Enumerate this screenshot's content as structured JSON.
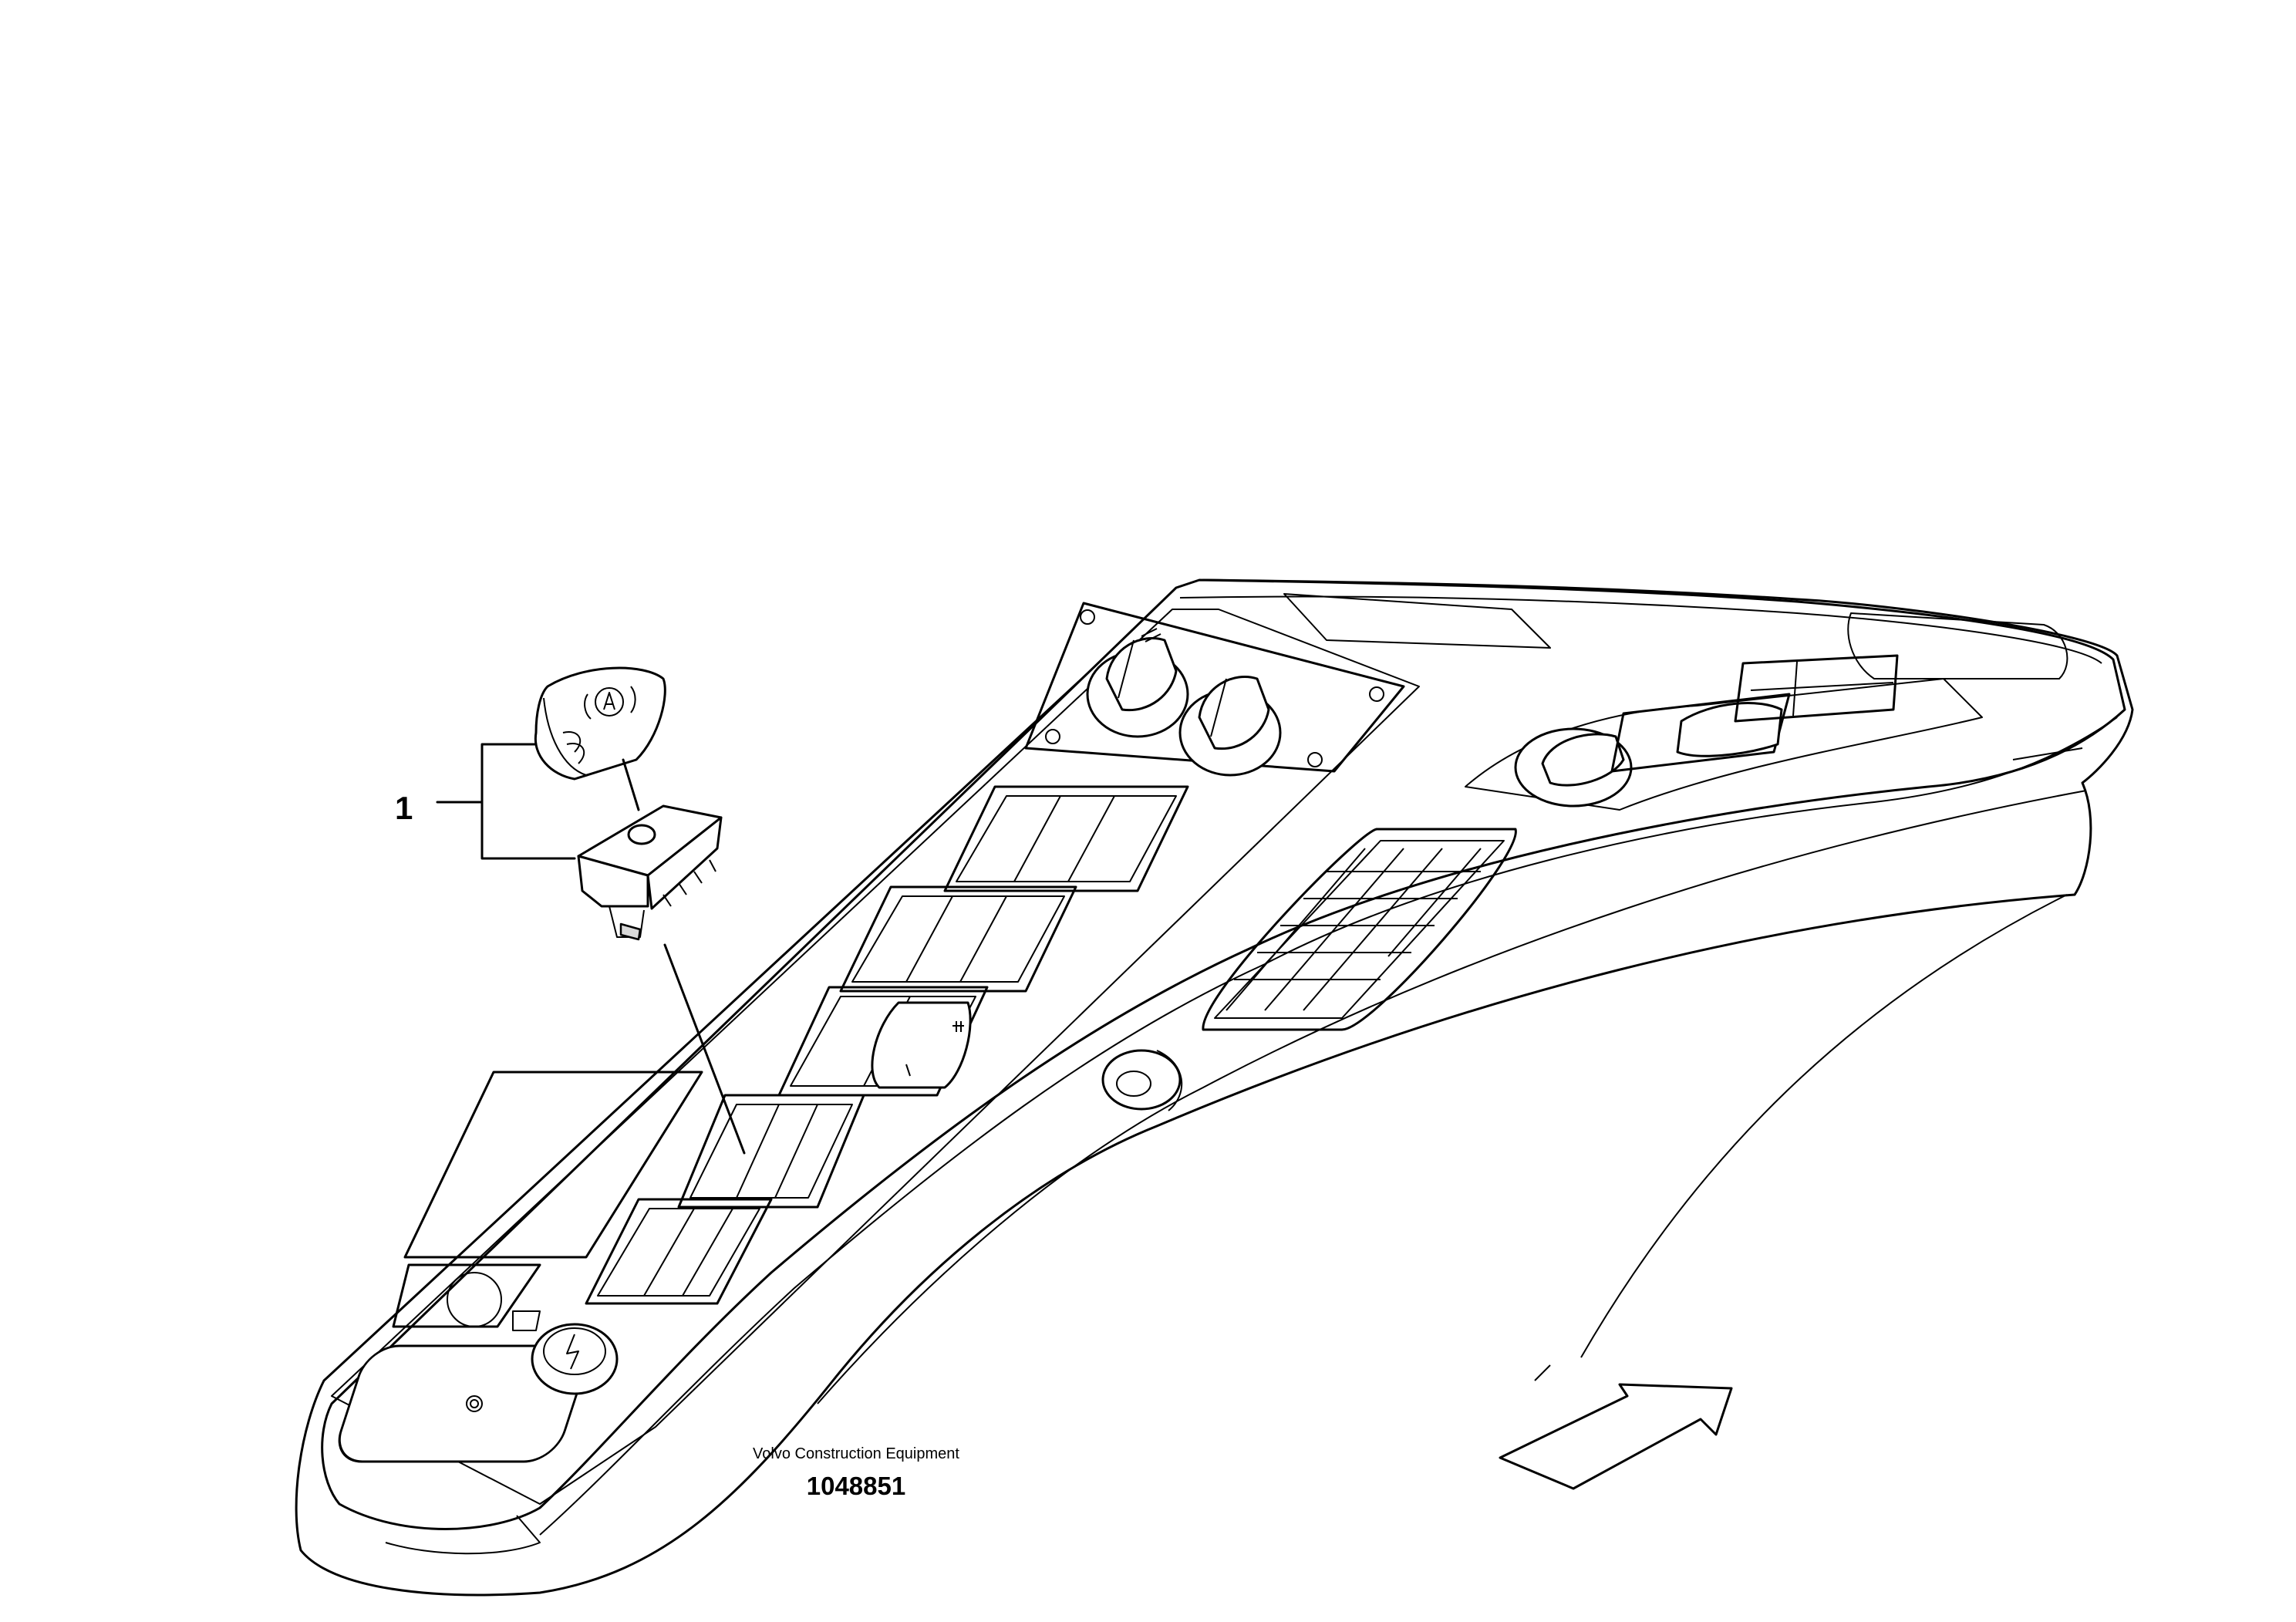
{
  "callout": {
    "number": "1"
  },
  "caption": {
    "manufacturer": "Volvo Construction Equipment",
    "drawing_number": "1048851"
  },
  "icons": {
    "switch_cap_symbol": "autopilot-a-icon",
    "power_outlet_symbol": "lightning-icon",
    "direction_arrow": "arrow-up-right-icon"
  },
  "colors": {
    "line": "#000000",
    "background": "#ffffff"
  }
}
